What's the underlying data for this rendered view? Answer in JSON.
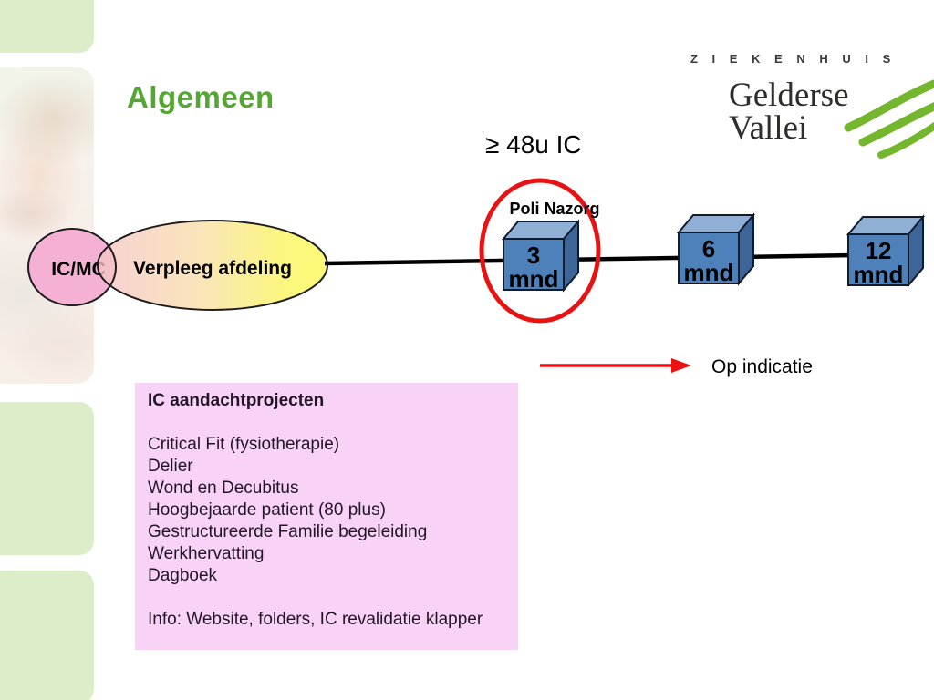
{
  "slide_title": "Algemeen",
  "logo": {
    "top_line": "Z I E K E N H U I S",
    "name_line1": "Gelderse",
    "name_line2": "Vallei"
  },
  "diagram": {
    "ic_duration_label": "≥ 48u IC",
    "poli_label": "Poli Nazorg",
    "start_nodes": [
      {
        "label": "IC/MC"
      },
      {
        "label": "Verpleeg afdeling"
      }
    ],
    "timeline_nodes": [
      {
        "value": "3",
        "unit": "mnd"
      },
      {
        "value": "6",
        "unit": "mnd"
      },
      {
        "value": "12",
        "unit": "mnd"
      }
    ],
    "arrow_label": "Op indicatie"
  },
  "projects_box": {
    "title": "IC aandachtprojecten",
    "items": [
      "Critical Fit (fysiotherapie)",
      "Delier",
      "Wond en Decubitus",
      "Hoogbejaarde patient (80 plus)",
      "Gestructureerde Familie begeleiding",
      "Werkhervatting",
      "Dagboek"
    ],
    "info_line": "Info: Website, folders, IC revalidatie klapper"
  },
  "colors": {
    "title_green": "#55a633",
    "logo_wave_green": "#74b62e",
    "sidebar_green": "#dcedca",
    "highlight_red": "#e71313",
    "cube_front_blue": "#4e80ba",
    "cube_top_blue": "#8fafd4",
    "cube_side_blue": "#3d6598",
    "projects_box_pink": "#f9d2f7",
    "small_ellipse_pink": "#f5b1d3",
    "big_ellipse_yellow": "#fcf84f"
  }
}
